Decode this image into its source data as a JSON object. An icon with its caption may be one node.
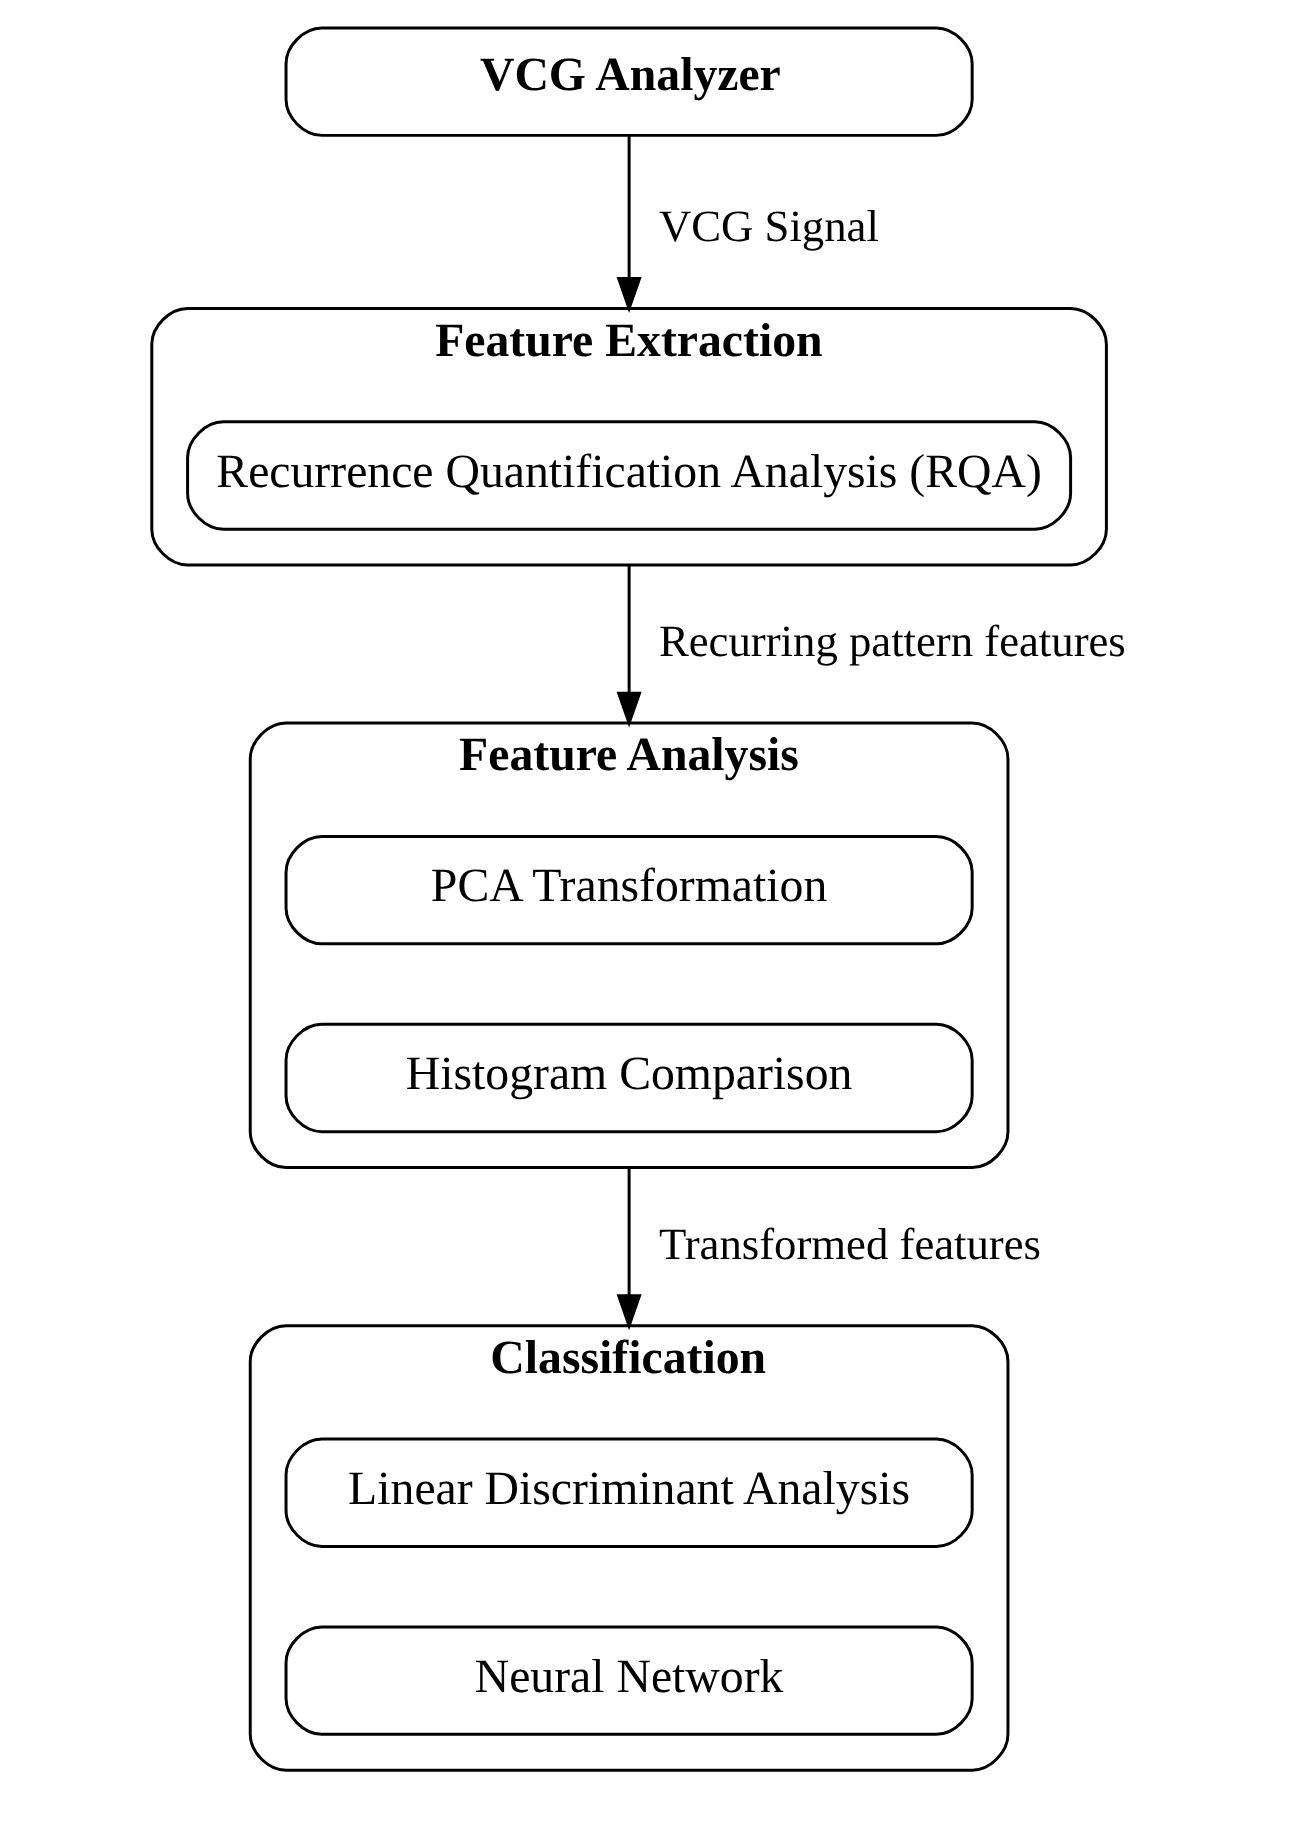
{
  "diagram": {
    "nodes": [
      {
        "text": [
          "VCG Analyzer"
        ]
      },
      {
        "text": [
          "Feature Extraction"
        ]
      },
      {
        "text": [
          "Recurrence Quantification Analysis (RQA)"
        ],
        "in": 1
      },
      {
        "text": [
          "Feature Analysis"
        ]
      },
      {
        "text": [
          "PCA Transformation"
        ],
        "in": 3
      },
      {
        "text": [
          "Histogram Comparison"
        ],
        "in": 3
      },
      {
        "text": [
          "Classification"
        ]
      },
      {
        "text": [
          "Linear Discriminant Analysis"
        ],
        "in": 6
      },
      {
        "text": [
          "Neural Network"
        ],
        "in": 6
      }
    ],
    "edges": [
      {
        "from": 0,
        "to": 1,
        "arrow": "to",
        "label": "VCG Signal"
      },
      {
        "from": 1,
        "to": 3,
        "arrow": "to",
        "label": "Recurring pattern features"
      },
      {
        "from": 3,
        "to": 6,
        "arrow": "to",
        "label": "Transformed features"
      }
    ]
  }
}
